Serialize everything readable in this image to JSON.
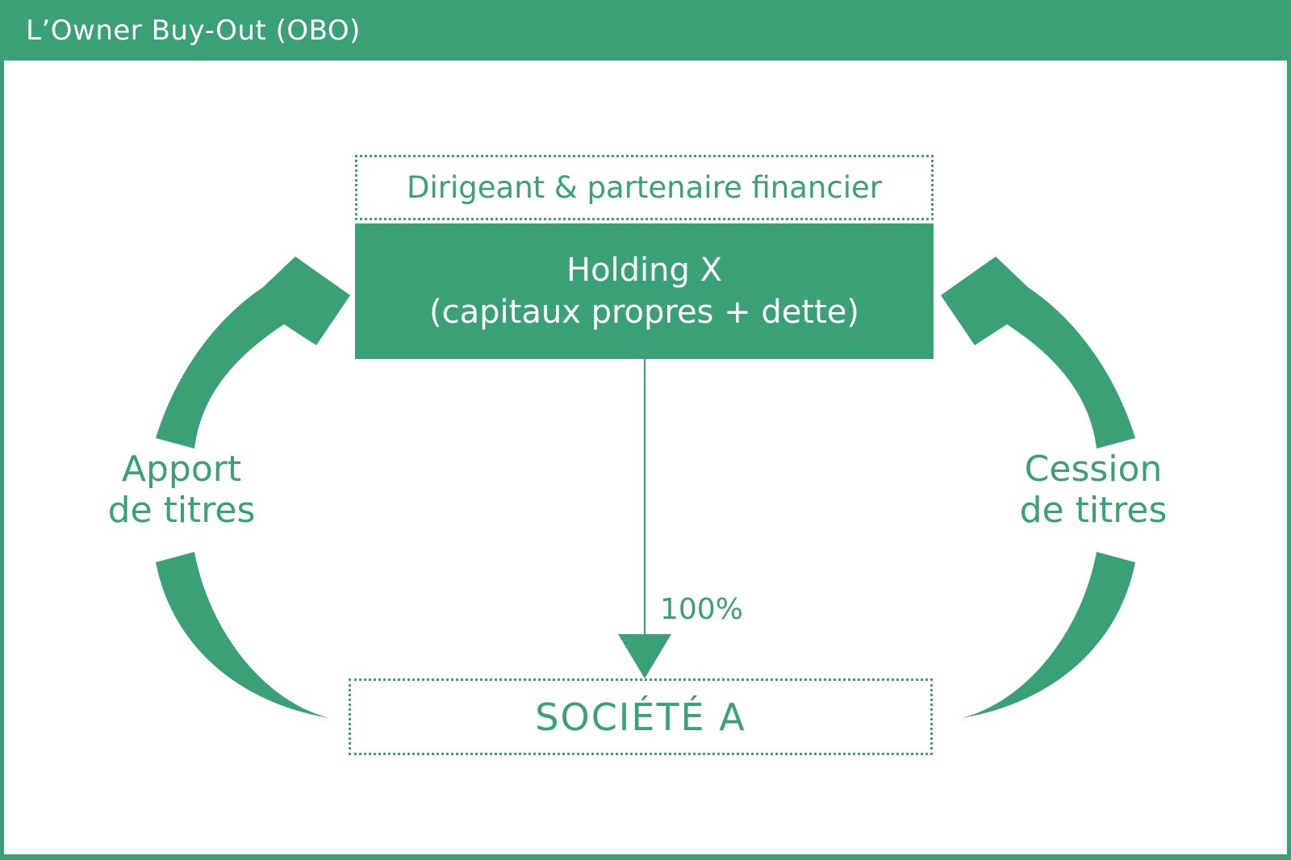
{
  "header": {
    "title": "L’Owner Buy-Out (OBO)"
  },
  "colors": {
    "accent_green": "#3AA076",
    "text_on_green": "#FFFFFF",
    "background": "#FFFFFF"
  },
  "nodes": {
    "top_label": "Dirigeant & partenaire financier",
    "holding": {
      "line1": "Holding X",
      "line2": "(capitaux propres + dette)"
    },
    "societe": "SOCIÉTÉ A"
  },
  "edges": {
    "ownership_label": "100%",
    "apport": {
      "line1": "Apport",
      "line2": "de titres"
    },
    "cession": {
      "line1": "Cession",
      "line2": "de titres"
    }
  }
}
